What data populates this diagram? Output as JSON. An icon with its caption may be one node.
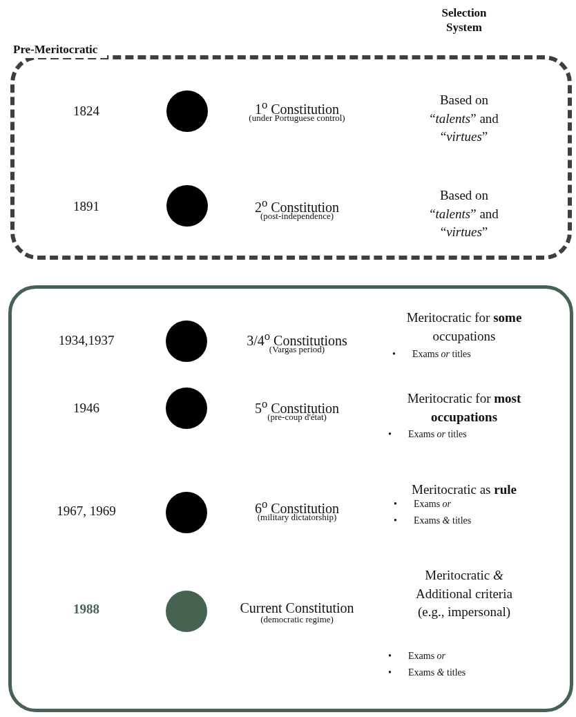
{
  "diagram": {
    "nodes": [
      {
        "text": [
          "Pre-Meritocratic"
        ]
      },
      {
        "text": [],
        "shape": "circle",
        "in": 0
      },
      {
        "text": [],
        "shape": "circle",
        "in": 0
      },
      {
        "text": [],
        "shape": "box"
      },
      {
        "text": [],
        "shape": "circle",
        "in": 3
      },
      {
        "text": [],
        "shape": "circle",
        "in": 3
      },
      {
        "text": [],
        "shape": "circle",
        "in": 3
      },
      {
        "text": [],
        "shape": "circle",
        "in": 3
      }
    ],
    "edges": [],
    "labels": [
      "Selection System",
      "1824",
      "1$^{o}$ Constitution",
      "(under Portuguese control)",
      "Based on “*talents*” and “*virtues*”",
      "1891",
      "2$^{o}$ Constitution",
      "(post-independence)",
      "Based on “*talents*” and “*virtues*”",
      "1934,1937",
      "3/4$^{o}$ Constitutions",
      "(Vargas period)",
      "Meritocratic for **some** occupations",
      "•",
      "Exams *or* titles",
      "1946",
      "5$^{o}$ Constitution",
      "(pre-coup d'état)",
      "Meritocratic for **most occupations**",
      "•",
      "Exams *or* titles",
      "1967, 1969",
      "6$^{o}$ Constitution",
      "(military dictatorship)",
      "Meritocratic as **rule**",
      "•",
      "Exams *or*",
      "•",
      "Exams *&* titles",
      "1988",
      "Current Constitution",
      "(democratic regime)",
      "Meritocratic *&* Additional criteria (e.g., impersonal)",
      "•",
      "Exams *or*",
      "•",
      "Exams *&* titles"
    ]
  }
}
